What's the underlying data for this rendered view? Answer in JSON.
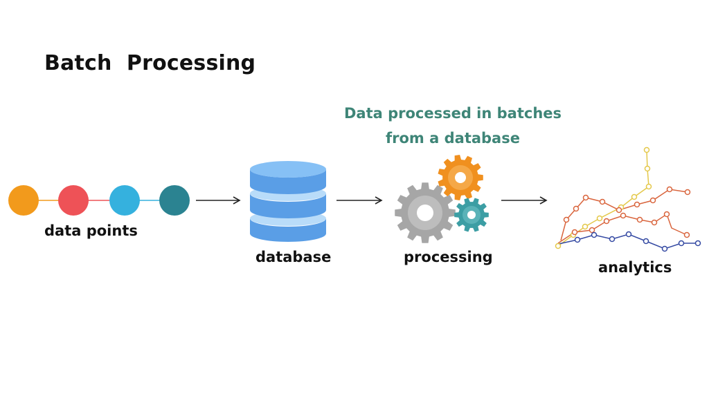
{
  "title": "Batch  Processing",
  "caption": {
    "line1": "Data processed in batches",
    "line2": "from a database"
  },
  "stages": {
    "points": {
      "label": "data points",
      "colors": [
        "#f29a1c",
        "#ee5257",
        "#35b1de",
        "#2b8391"
      ]
    },
    "database": {
      "label": "database",
      "color": "#5a9ee6",
      "top_color": "#86c0f5"
    },
    "processing": {
      "label": "processing",
      "gear_colors": [
        "#a6a6a6",
        "#f0901f",
        "#3c9ea4"
      ]
    },
    "analytics": {
      "label": "analytics",
      "line_colors": [
        "#e4c84a",
        "#d9643c",
        "#3348a2"
      ]
    }
  },
  "icons": [
    "data-points-icon",
    "arrow-right-icon",
    "database-icon",
    "gears-icon",
    "line-chart-icon"
  ]
}
